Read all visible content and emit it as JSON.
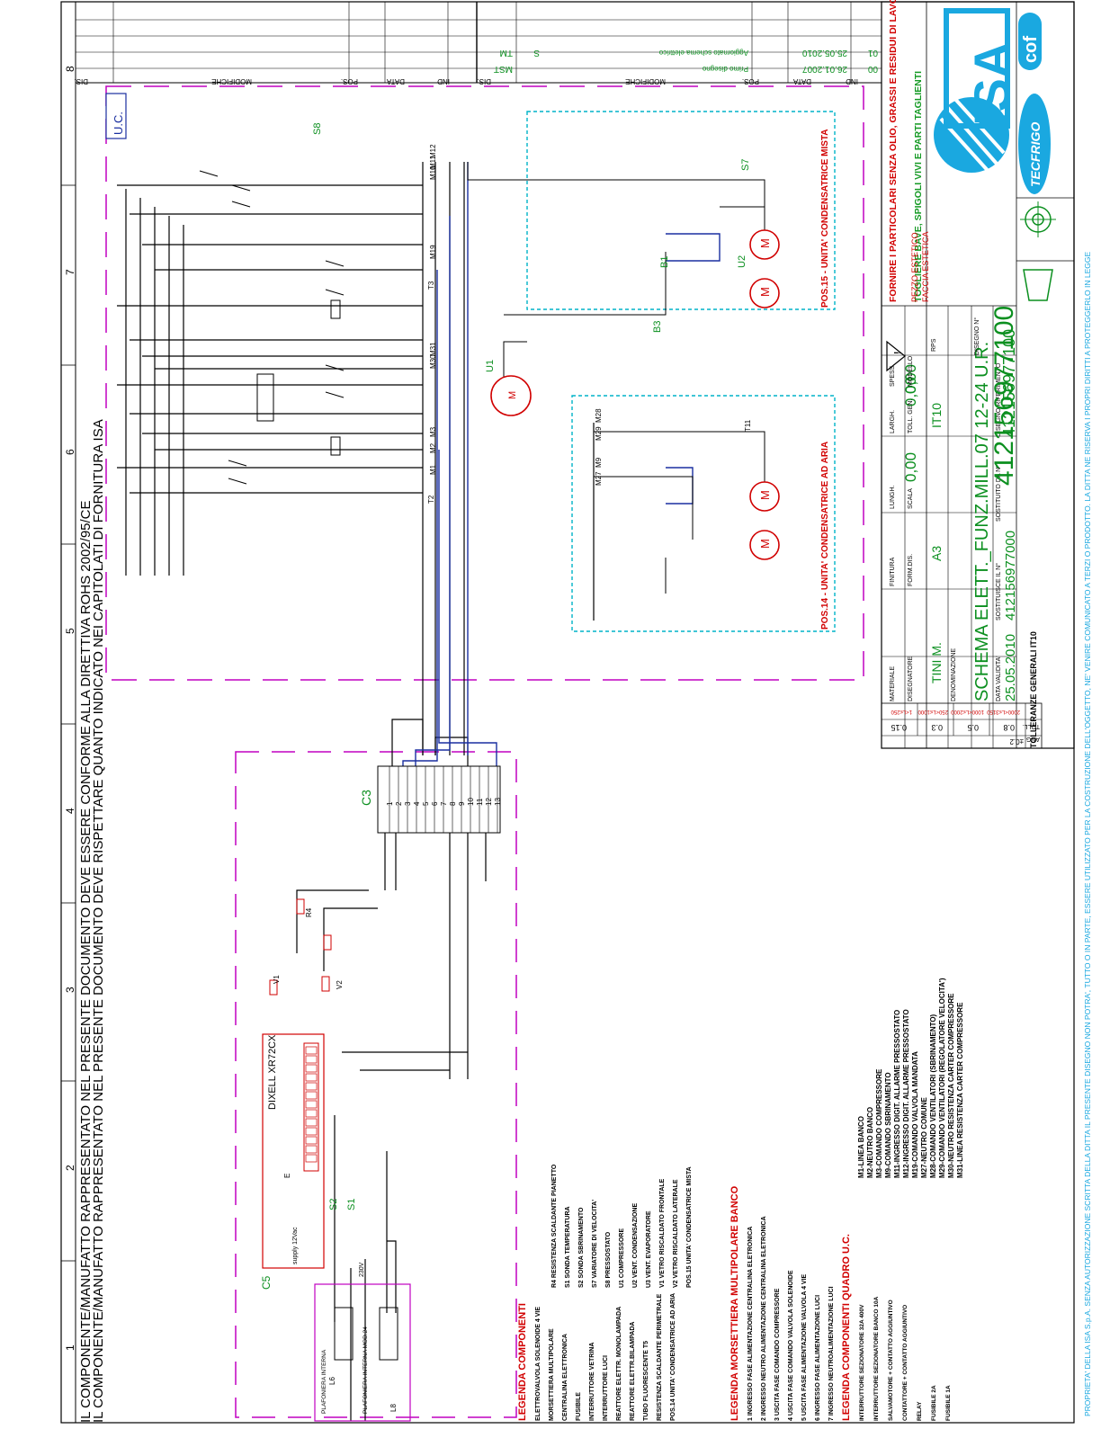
{
  "drawing": {
    "header_line_1": "IL COMPONENTE/MANUFATTO RAPPRESENTATO NEL PRESENTE DOCUMENTO DEVE ESSERE CONFORME ALLA DIRETTIVA ROHS 2002/95/CE",
    "header_line_2": "IL COMPONENTE/MANUFATTO RAPPRESENTATO NEL PRESENTE DOCUMENTO DEVE RISPETTARE QUANTO INDICATO NEI CAPITOLATI DI FORNITURA ISA",
    "zone_numbers": [
      "1",
      "2",
      "3",
      "4",
      "5",
      "6",
      "7",
      "8"
    ],
    "uc_label": "U.C.",
    "footer_vertical": "PROPRIETA' DELLA ISA S.p.A. SENZA AUTORIZZAZIONE SCRITTA DELLA DITTA IL PRESENTE DISEGNO NON POTRA', TUTTO O IN PARTE, ESSERE UTILIZZATO PER LA COSTRUZIONE DELL'OGGETTO, NE' VENIRE COMUNICATO A TERZI O PRODOTTO. LA DITTA NE RISERVA I PROPRI DIRITTI A PROTEGGERLO IN LEGGE"
  },
  "revisions": {
    "headers": [
      "IND",
      "DATA",
      "POS.",
      "MODIFICHE",
      "DIS."
    ],
    "rows": [
      {
        "ind": "01",
        "data": "25.05.2010",
        "pos": "",
        "mod": "Aggiornato schema elettrico",
        "dis": "TM",
        "s": "S"
      },
      {
        "ind": "00",
        "data": "26.01.2007",
        "pos": "",
        "mod": "Primo disegno",
        "dis": "MST",
        "s": ""
      }
    ]
  },
  "title_block": {
    "note_red": "FORNIRE I PARTICOLARI SENZA OLIO, GRASSI E RESIDUI DI LAVORAZIONE",
    "note_green": "TOGLIERE BAVE, SPIGOLI VIVI E PARTI TAGLIENTI",
    "pezzo_estetico": "PEZZO ESTETICO",
    "faccia_estetica": "FACCIA ESTETICA",
    "rps": "RPS",
    "materiale_label": "MATERIALE",
    "finitura_label": "FINITURA",
    "lungh_label": "LUNGH.",
    "largh_label": "LARGH.",
    "spess_label": "SPESS.",
    "lungh": "0,00",
    "largh": "0,00",
    "spess": "0,00",
    "disegnatore_label": "DISEGNATORE",
    "disegnatore": "TINI M.",
    "formdis_label": "FORM.DIS.",
    "formdis": "A3",
    "scala_label": "SCALA",
    "toll_label": "TOLL. GEN.",
    "toll": "IT10",
    "modello_label": "MODELLO",
    "denominazione_label": "DENOMINAZIONE",
    "denominazione": "SCHEMA ELETT._FUNZ.MILL.07 12-24 U.R.",
    "disegno_n_label": "DISEGNO N°",
    "disegno_n": "412156977100",
    "data_validita_label": "DATA VALIDITA'",
    "data_validita": "25.05.2010",
    "sostituisce_label": "SOSTITUISCE IL N°",
    "sostituisce": "412156977000",
    "sostituito_label": "SOSTITUITO DA N°",
    "disegno_rif_label": "DISEGNO RIFERIMENTO",
    "disegno_rif": "412156977100",
    "logo_isa": "ISA",
    "logo_tecfrigo": "TECFRIGO",
    "logo_cof": "cof"
  },
  "tolerances": {
    "title": "TOLLERANZE GENERALI IT10",
    "ranges": [
      "1<L≤250",
      "250<L≤1000",
      "1000<L≤2000",
      "2000<L≤3150"
    ],
    "values": [
      "0.15",
      "0.3",
      "0.5",
      "0.8"
    ],
    "row_label_1": "TOLL.",
    "row_label_2": "ANG.",
    "row_value": "±0.2"
  },
  "schematic": {
    "pos14": "POS.14 - UNITA' CONDENSATRICE AD ARIA",
    "pos15": "POS.15 - UNITA' CONDENSATRICE MISTA",
    "controller": "DIXELL XR72CX",
    "terminal_block": "C3",
    "c5": "C5",
    "terminals": [
      "1",
      "2",
      "3",
      "4",
      "5",
      "6",
      "7",
      "8",
      "9",
      "10",
      "11",
      "12",
      "13"
    ],
    "component_tags": [
      "S8",
      "S7",
      "B1",
      "B3",
      "U1",
      "U2",
      "T11",
      "T2",
      "T3",
      "M1",
      "M2",
      "M3",
      "M9",
      "M10",
      "M11",
      "M12",
      "M19",
      "M27",
      "M28",
      "M29",
      "M30",
      "M31",
      "S1",
      "S2",
      "V1",
      "V2",
      "R4",
      "L6",
      "L8",
      "E"
    ],
    "plafoniera1": "PLAFONIERA INTERNA",
    "plafoniera2": "PLAFONIERA INTERNA MOD.24",
    "supply": "supply 12Vac",
    "voltage": "230V"
  },
  "legend": {
    "components_title": "LEGENDA COMPONENTI",
    "components_left": [
      "ELETTROVALVOLA SOLENOIDE 4 VIE",
      "MORSETTIERA MULTIPOLARE",
      "CENTRALINA ELETTRONICA",
      "FUSIBILE",
      "INTERRUTTORE VETRINA",
      "INTERRUTTORE LUCI",
      "REATTORE ELETTR. MONOLAMPADA",
      "REATTORE ELETTR.BILAMPADA",
      "TUBO FLUORESCENTE T5",
      "RESISTENZA SCALDANTE PERIMETRALE",
      "POS.14 UNITA' CONDENSATRICE AD ARIA"
    ],
    "components_right": [
      "R4  RESISTENZA SCALDANTE PIANETTO",
      "S1  SONDA TEMPERATURA",
      "S2  SONDA SBRINAMENTO",
      "S7  VARIATORE DI VELOCITA'",
      "S8  PRESSOSTATO",
      "U1  COMPRESSORE",
      "U2  VENT. CONDENSAZIONE",
      "U3  VENT. EVAPORATORE",
      "V1  VETRO RISCALDATO FRONTALE",
      "V2  VETRO RISCALDATO LATERALE",
      "POS.15 UNITA' CONDENSATRICE MISTA"
    ],
    "morsettiera_title": "LEGENDA MORSETTIERA MULTIPOLARE BANCO",
    "morsettiera_items": [
      "1 INGRESSO FASE ALIMENTAZIONE CENTRALINA ELETRONICA",
      "2 INGRESSO NEUTRO ALIMENTAZIONE CENTRALINA ELETRONICA",
      "3 USCITA FASE COMANDO COMPRESSORE",
      "4 USCITA FASE COMANDO VALVOLA SOLENOIDE",
      "5 USCITA FASE ALIMENTAZIONE VALVOLA 4 VIE",
      "6 INGRESSO FASE ALIMENTAZIONE LUCI",
      "7 INGRESSO NEUTROALIMENTAZIONE LUCI"
    ],
    "uc_title": "LEGENDA COMPONENTI QUADRO U.C.",
    "uc_left": [
      "INTERRUTTORE SEZIONATORE 32A 400V",
      "INTERRUTTORE SEZIONATORE BANCO 10A",
      "SALVAMOTORE + CONTATTO AGGIUNTIVO",
      "CONTATTORE + CONTATTO AGGIUNTIVO",
      "RELAY",
      "FUSIBILE 2A",
      "FUSIBILE 1A"
    ],
    "uc_right": [
      "M1-LINEA BANCO",
      "M2-NEUTRO BANCO",
      "M3-COMANDO COMPRESSORE",
      "M9-COMANDO SBRINAMENTO",
      "M11-INGRESSO DIGIT. ALLARME PRESSOSTATO",
      "M12-INGRESSO DIGIT. ALLARME PRESSOSTATO",
      "M19-COMANDO VALVOLA MANDATA",
      "M27-NEUTRO COMUNE",
      "M28-COMANDO VENTILATORI (SBRINAMENTO)",
      "M29-COMANDO VENTILATORI (REGOLATORE VELOCITA')",
      "M30-NEUTRO RESISTENZA CARTER COMPRESSORE",
      "M31-LINEA RESISTENZA CARTER COMPRESSORE"
    ]
  }
}
